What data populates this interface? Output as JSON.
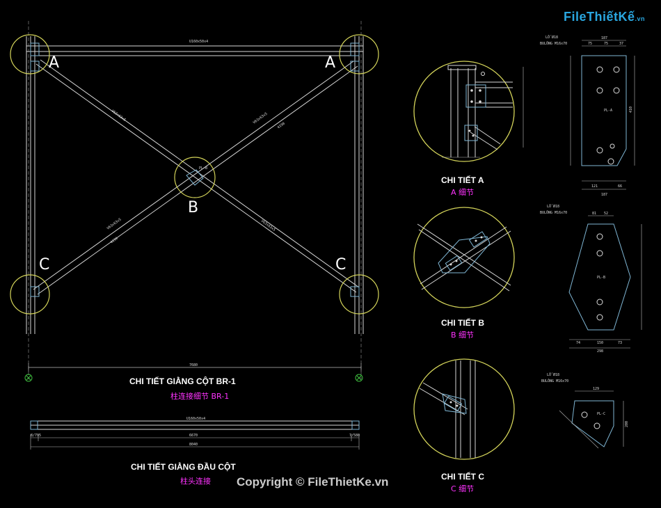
{
  "watermark": {
    "logo_main": "FileThiếtKế",
    "logo_tld": ".vn",
    "copyright": "Copyright © FileThietKe.vn"
  },
  "main_view": {
    "title": "CHI TIẾT GIẰNG CỘT BR-1",
    "subtitle": "柱连接细节 BR-1",
    "marks": {
      "a_left": "A",
      "a_right": "A",
      "b": "B",
      "c_left": "C",
      "c_right": "C"
    },
    "top_beam_label": "U160x50x4",
    "brace_label": "V63x63x5",
    "brace_length": "4190",
    "overall_dim": "7680",
    "b_plate_tag": "PL-B"
  },
  "head_view": {
    "title": "CHI TIẾT GIẰNG ĐẦU CỘT",
    "subtitle": "柱头连接",
    "beam_label": "U160x50x4",
    "dim_left": "8/795",
    "dim_mid": "6670",
    "dim_right": "7/580",
    "dim_total": "8040"
  },
  "details": {
    "a": {
      "title": "CHI TIẾT A",
      "subtitle": "A 细节"
    },
    "b": {
      "title": "CHI TIẾT B",
      "subtitle": "B 细节"
    },
    "c": {
      "title": "CHI TIẾT C",
      "subtitle": "C 细节"
    }
  },
  "plates": {
    "pl_a": {
      "tag": "PL-A",
      "hole_note": "LỖ Ø18",
      "bolt_note": "BULÔNG M16x70",
      "w_top": "187",
      "dims": [
        "75",
        "75",
        "37"
      ],
      "h": "410",
      "w_bottom": "187",
      "bottom_dims": [
        "121",
        "66"
      ]
    },
    "pl_b": {
      "tag": "PL-B",
      "hole_note": "LỖ Ø18",
      "bolt_note": "BULÔNG M16x70",
      "w_total": "298",
      "bottom_dims": [
        "74",
        "150",
        "73"
      ],
      "top_dims": [
        "81",
        "52"
      ]
    },
    "pl_c": {
      "tag": "PL-C",
      "hole_note": "LỖ Ø18",
      "bolt_note": "BULÔNG M16x70",
      "w_top": "129",
      "h": "200"
    }
  },
  "colors": {
    "circle": "#d4d45a",
    "steel": "#d8d8d8",
    "plate": "#7fb6d4",
    "magenta": "#ff33ff",
    "axis": "#3fbf3f"
  }
}
